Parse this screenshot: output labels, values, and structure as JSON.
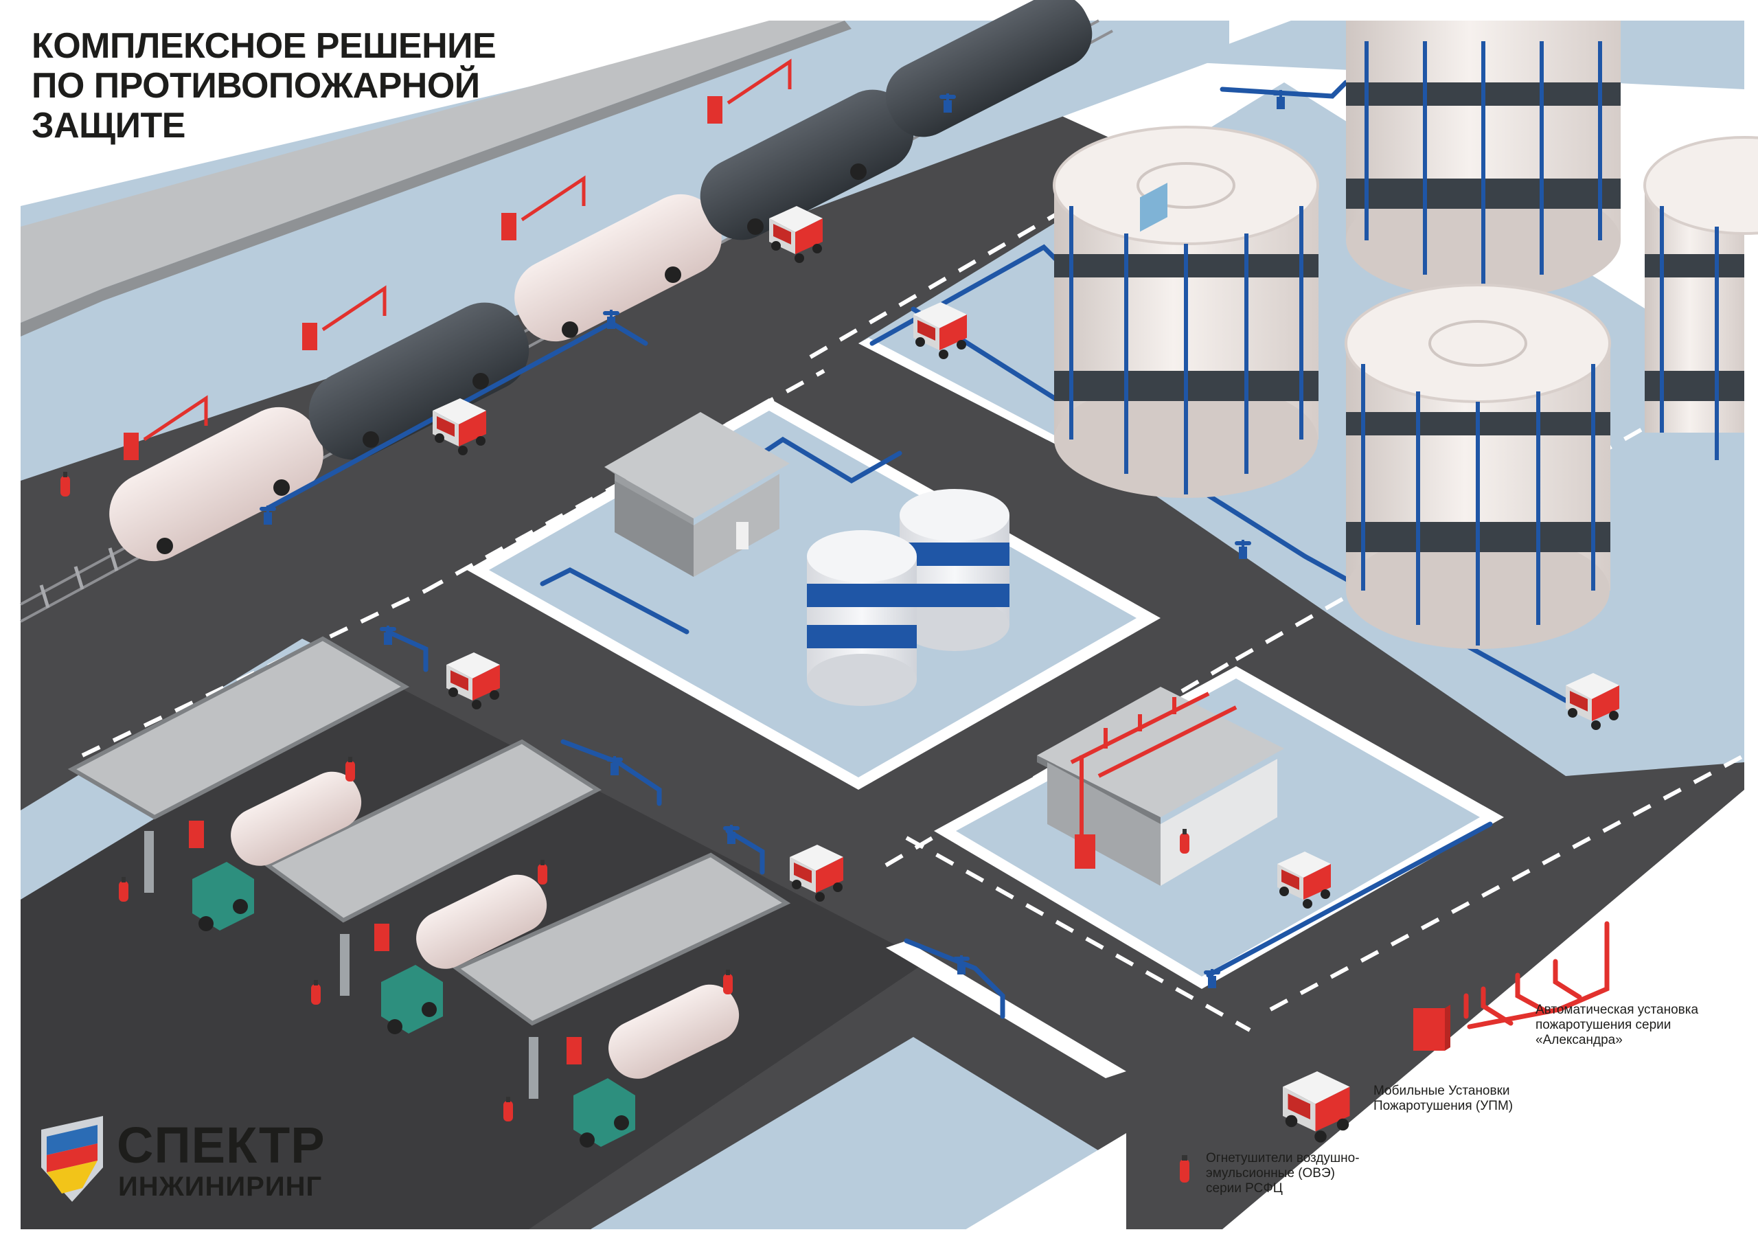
{
  "title": {
    "lines": [
      "КОМПЛЕКСНОЕ РЕШЕНИЕ",
      "ПО ПРОТИВОПОЖАРНОЙ",
      "ЗАЩИТЕ"
    ]
  },
  "logo": {
    "name": "СПЕКТР",
    "subtitle": "ИНЖИНИРИНГ"
  },
  "legend": [
    {
      "icon": "sprinkler-pipe-icon",
      "lines": [
        "Автоматическая установка",
        "пожаротушения серии",
        "«Александра»"
      ]
    },
    {
      "icon": "mobile-unit-icon",
      "lines": [
        "Мобильные Установки",
        "Пожаротушения (УПМ)"
      ]
    },
    {
      "icon": "extinguisher-icon",
      "lines": [
        "Огнетушители воздушно-",
        "эмульсионные (ОВЭ)",
        "серии РСФЦ"
      ]
    }
  ],
  "colors": {
    "road": "#4a4a4c",
    "zone": "#b8ccdc",
    "pipe_blue": "#1f56a6",
    "pipe_red": "#e2312d",
    "tank_white": "#efe8e4",
    "tank_dark": "#3a4148",
    "roof_gray": "#bdbfc2",
    "truck_cab": "#2d8f7e"
  }
}
